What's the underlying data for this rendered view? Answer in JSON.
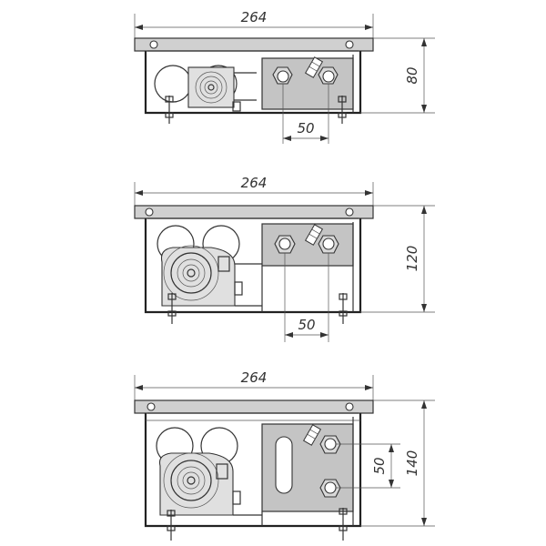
{
  "views": [
    {
      "id": "view-80",
      "width_label": "264",
      "height_label": "80",
      "pitch_label": "50"
    },
    {
      "id": "view-120",
      "width_label": "264",
      "height_label": "120",
      "pitch_label": "50"
    },
    {
      "id": "view-140",
      "width_label": "264",
      "height_label": "140",
      "pitch_label": "50"
    }
  ],
  "colors": {
    "line": "#333333",
    "panel": "#c4c4c4",
    "grate": "#d0d0d0"
  }
}
